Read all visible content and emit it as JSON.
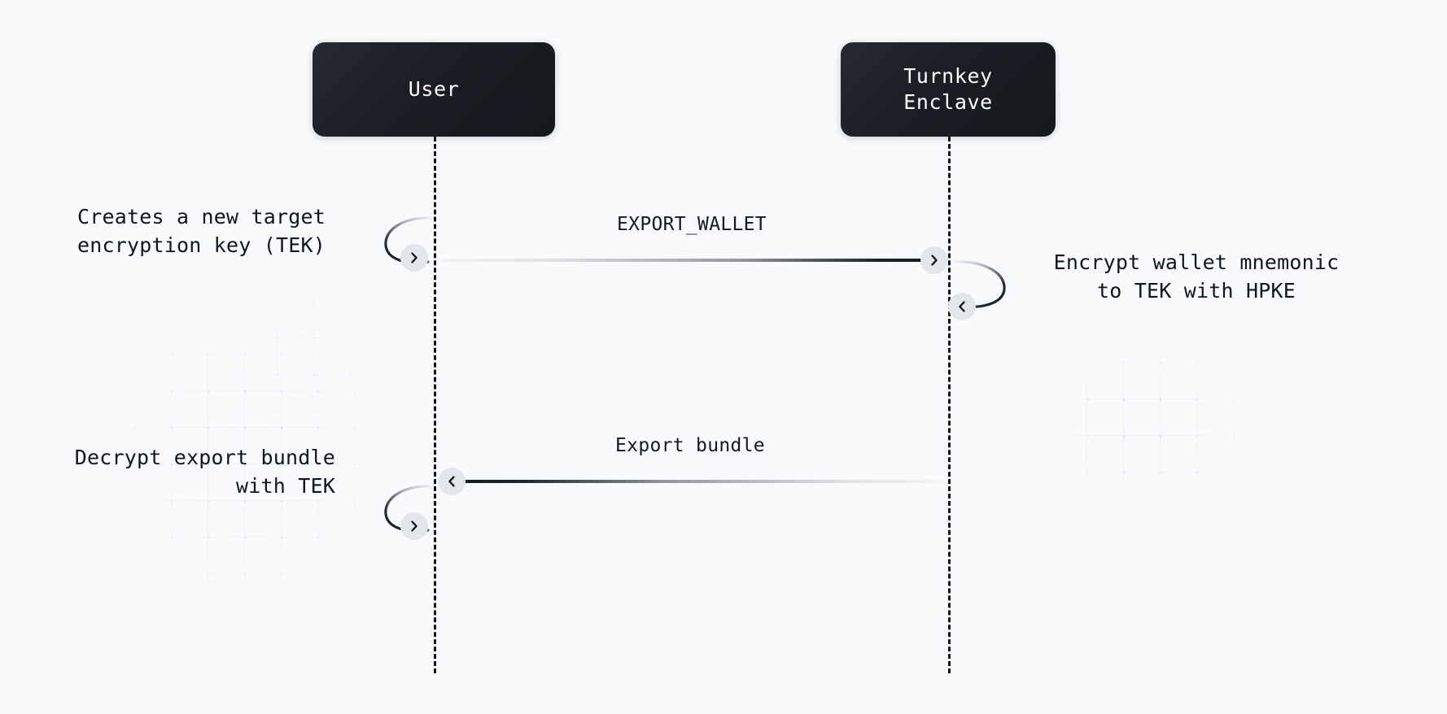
{
  "diagram": {
    "type": "sequence-diagram",
    "background_color": "#f8fafc",
    "actors": [
      {
        "id": "user",
        "label": "User",
        "box_color": "#1b1e24",
        "text_color": "#ffffff"
      },
      {
        "id": "enclave",
        "label": "Turnkey\nEnclave",
        "box_color": "#1b1e24",
        "text_color": "#ffffff"
      }
    ],
    "messages": [
      {
        "id": "export-wallet",
        "label": "EXPORT_WALLET",
        "from": "user",
        "to": "enclave",
        "direction": "right"
      },
      {
        "id": "export-bundle",
        "label": "Export bundle",
        "from": "enclave",
        "to": "user",
        "direction": "left"
      }
    ],
    "self_actions": [
      {
        "id": "create-tek",
        "actor": "user",
        "side": "left"
      },
      {
        "id": "encrypt-mnemonic",
        "actor": "enclave",
        "side": "right"
      },
      {
        "id": "decrypt-bundle",
        "actor": "user",
        "side": "left"
      }
    ],
    "notes": [
      {
        "id": "note-create-tek",
        "text": "Creates a new target\nencryption key (TEK)",
        "align": "right"
      },
      {
        "id": "note-encrypt-mnemonic",
        "text": "Encrypt wallet mnemonic\nto TEK with HPKE",
        "align": "center"
      },
      {
        "id": "note-decrypt-bundle",
        "text": "Decrypt export bundle\nwith TEK",
        "align": "right"
      }
    ],
    "icons": {
      "chevron_right": "chevron-right-icon",
      "chevron_left": "chevron-left-icon"
    }
  }
}
